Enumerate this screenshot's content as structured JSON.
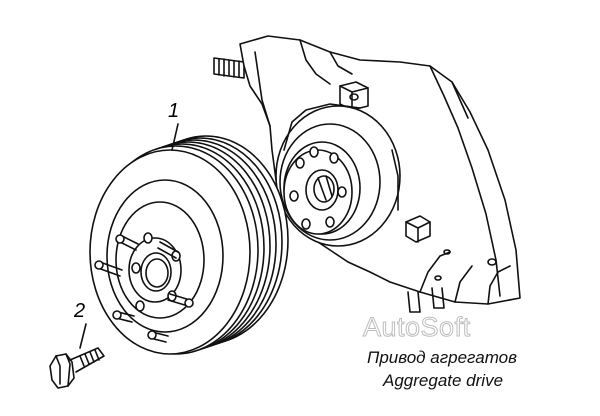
{
  "diagram": {
    "callouts": [
      {
        "id": "1",
        "label": "1"
      },
      {
        "id": "2",
        "label": "2"
      }
    ],
    "watermark": "AutoSoft",
    "caption": {
      "russian": "Привод агрегатов",
      "english": "Aggregate drive"
    }
  }
}
